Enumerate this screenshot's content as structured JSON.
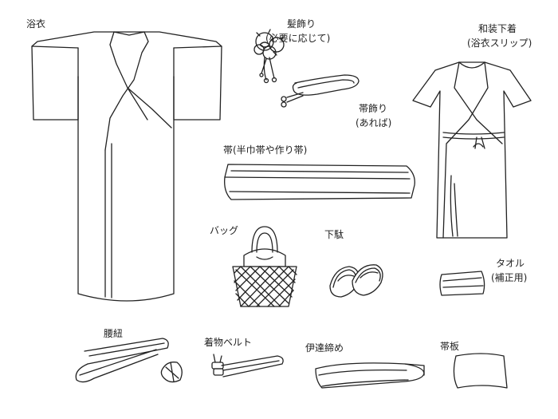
{
  "items": {
    "yukata": {
      "label": "浴衣"
    },
    "kami_kazari": {
      "label": "髪飾り",
      "note": "(必要に応じて)"
    },
    "wasou_shitagi": {
      "label": "和装下着",
      "note": "(浴衣スリップ)"
    },
    "obi_kazari": {
      "label": "帯飾り",
      "note": "(あれば)"
    },
    "obi": {
      "label": "帯(半巾帯や作り帯)"
    },
    "bag": {
      "label": "バッグ"
    },
    "geta": {
      "label": "下駄"
    },
    "towel": {
      "label": "タオル",
      "note": "(補正用)"
    },
    "koshihimo": {
      "label": "腰紐"
    },
    "kimono_belt": {
      "label": "着物ベルト"
    },
    "datejime": {
      "label": "伊達締め"
    },
    "obi_ita": {
      "label": "帯板"
    }
  },
  "colors": {
    "line": "#222222",
    "background": "#ffffff"
  }
}
